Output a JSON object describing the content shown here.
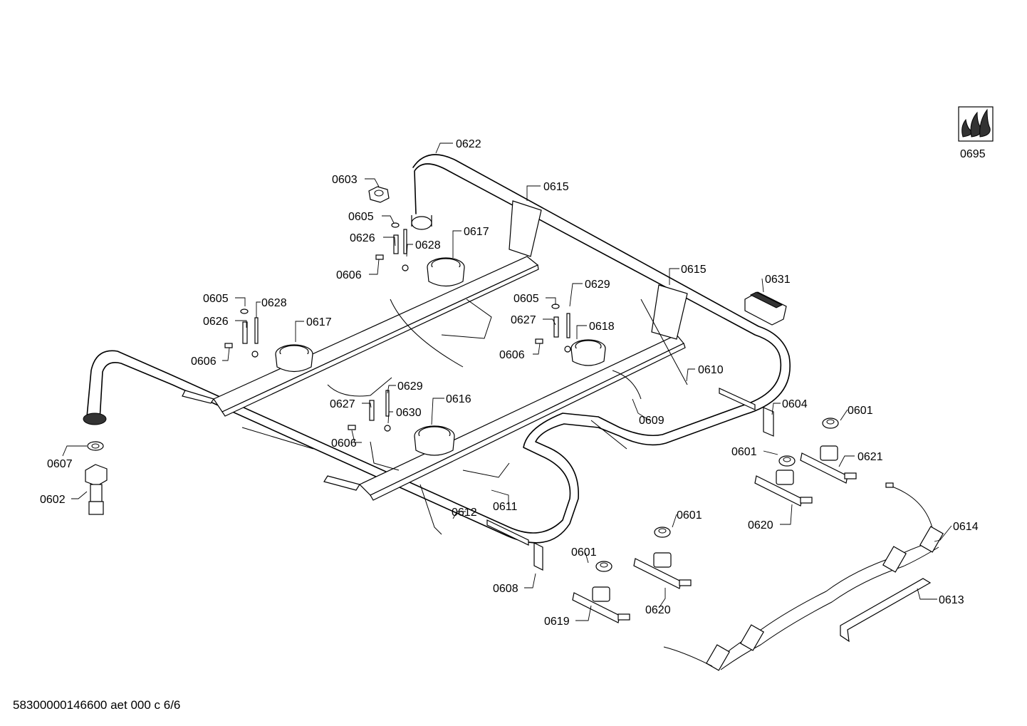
{
  "labels": {
    "l0622": "0622",
    "l0603": "0603",
    "l0615a": "0615",
    "l0605a": "0605",
    "l0626a": "0626",
    "l0617a": "0617",
    "l0628a": "0628",
    "l0606a": "0606",
    "l0615b": "0615",
    "l0631": "0631",
    "l0605b": "0605",
    "l0628b": "0628",
    "l0629a": "0629",
    "l0626b": "0626",
    "l0617b": "0617",
    "l0605c": "0605",
    "l0627a": "0627",
    "l0618": "0618",
    "l0606b": "0606",
    "l0606c": "0606",
    "l0610": "0610",
    "l0629b": "0629",
    "l0627b": "0627",
    "l0616": "0616",
    "l0630": "0630",
    "l0609": "0609",
    "l0604": "0604",
    "l0601a": "0601",
    "l0606d": "0606",
    "l0601b": "0601",
    "l0621": "0621",
    "l0607": "0607",
    "l0602": "0602",
    "l0611": "0611",
    "l0620a": "0620",
    "l0612": "0612",
    "l0601c": "0601",
    "l0614": "0614",
    "l0601d": "0601",
    "l0608": "0608",
    "l0620b": "0620",
    "l0613": "0613",
    "l0619": "0619",
    "l0695": "0695"
  },
  "footer": "58300000146600 aet 000 c 6/6"
}
